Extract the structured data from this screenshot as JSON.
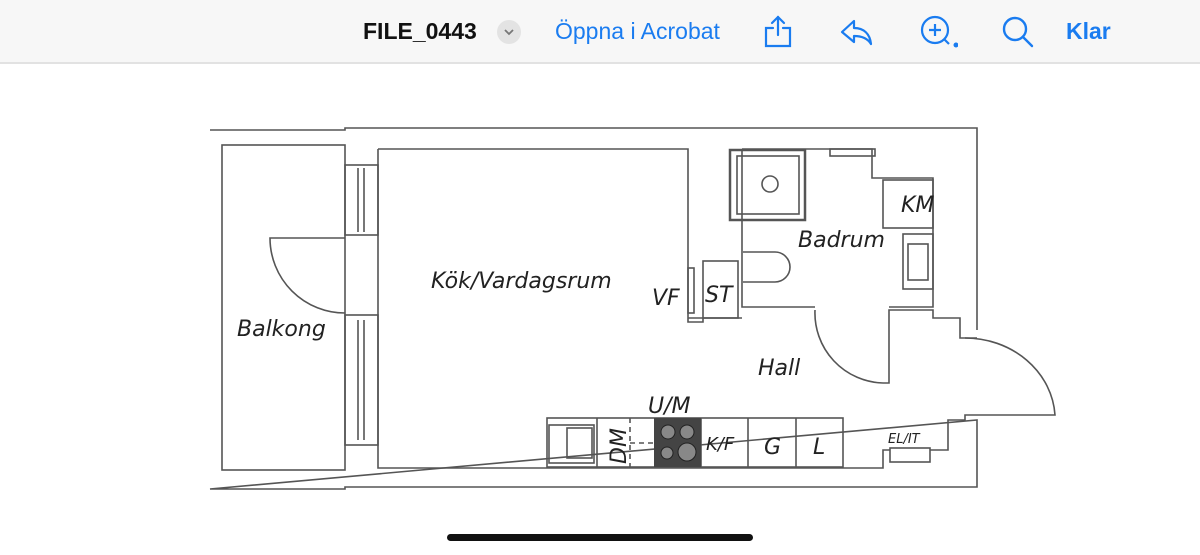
{
  "header": {
    "file_name": "FILE_0443",
    "open_in_acrobat": "Öppna i Acrobat",
    "done": "Klar",
    "icons": [
      "chevron-down-icon",
      "share-icon",
      "reply-icon",
      "zoom-in-icon",
      "search-icon"
    ],
    "accent_color": "#1a7cf0"
  },
  "floorplan": {
    "rooms": {
      "balcony": "Balkong",
      "kitchen_living": "Kök/Vardagsrum",
      "bathroom": "Badrum",
      "hall": "Hall"
    },
    "fixtures": {
      "vf": "VF",
      "st": "ST",
      "km": "KM",
      "um": "U/M",
      "dm": "DM",
      "kf": "K/F",
      "g": "G",
      "l": "L",
      "elit": "EL/IT"
    }
  }
}
